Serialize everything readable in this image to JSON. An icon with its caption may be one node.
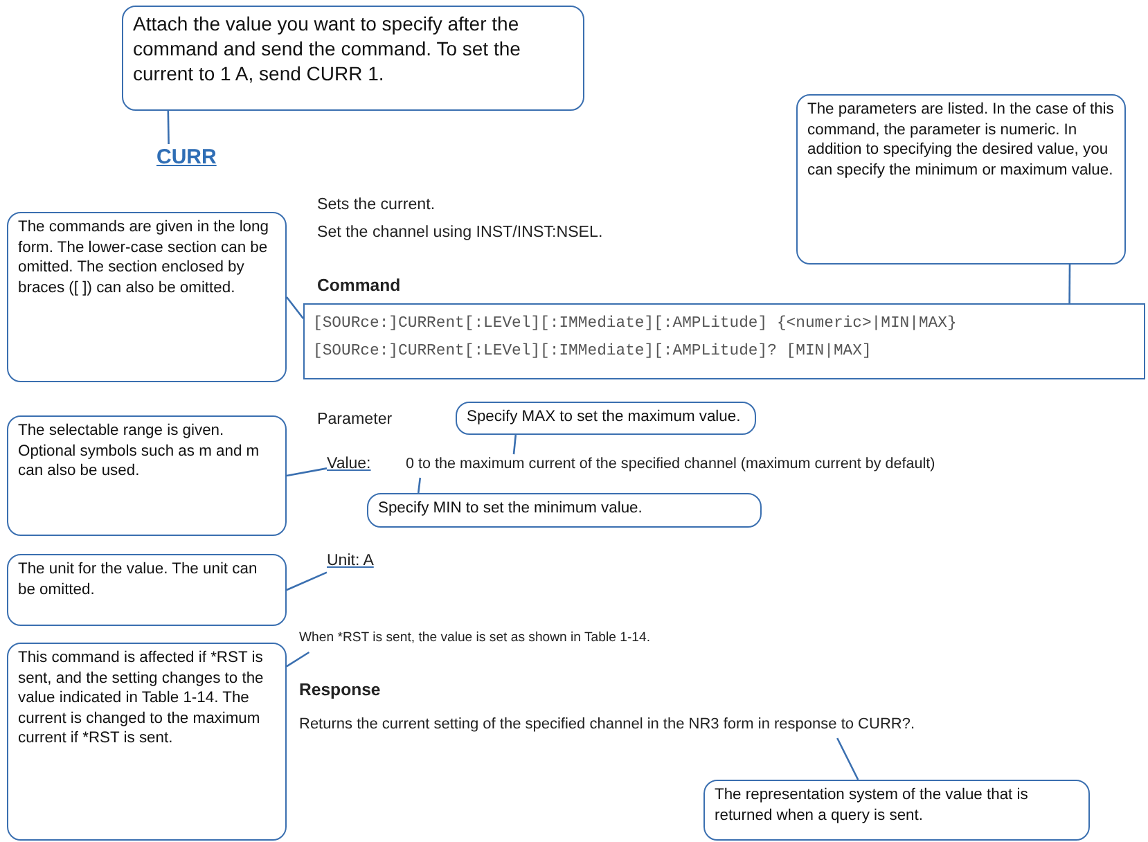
{
  "diagram": {
    "nodes": [
      {
        "text": [
          "Attach the value you want to specify after the command and send the command. To set the current to 1 A, send CURR 1."
        ]
      },
      {
        "text": [
          "CURR"
        ]
      },
      {
        "text": [
          "The parameters are listed. In the case of this command, the parameter is numeric. In addition to specifying the desired value, you can specify the minimum or maximum value."
        ]
      },
      {
        "text": [
          "The commands are given in the long form. The lower-case section can be omitted.  The section enclosed by braces ([ ]) can also be omitted."
        ]
      },
      {
        "text": [
          "[SOURce:]CURRent[:LEVel][:IMMediate][:AMPLitude] {<numeric>|MIN|MAX}",
          "[SOURce:]CURRent[:LEVel][:IMMediate][:AMPLitude]? [MIN|MAX]"
        ]
      },
      {
        "text": [
          "The selectable range is given. Optional symbols such as m and m can also be used."
        ]
      },
      {
        "text": [
          "Specify MAX to set the maximum value."
        ]
      },
      {
        "text": [
          "Value:"
        ]
      },
      {
        "text": [
          "0 to the maximum current of the specified channel (maximum current by default)"
        ]
      },
      {
        "text": [
          "Specify MIN to set the minimum value."
        ]
      },
      {
        "text": [
          "The unit for the value. The unit can be omitted."
        ]
      },
      {
        "text": [
          "Unit: A"
        ]
      },
      {
        "text": [
          "This command is affected if *RST is sent, and the setting changes to the value indicated in Table 1-14. The current is changed to the maximum current if *RST is sent."
        ]
      },
      {
        "text": [
          "When *RST is sent, the value is set as shown in Table 1-14."
        ]
      },
      {
        "text": [
          "Returns the current setting of the specified channel in the NR3 form in response to CURR?."
        ]
      },
      {
        "text": [
          "The representation system of the value that is returned when a query is sent."
        ]
      }
    ],
    "edges": [
      {
        "from": 0,
        "to": 1,
        "arrow": "none"
      },
      {
        "from": 2,
        "to": 4,
        "arrow": "none"
      },
      {
        "from": 3,
        "to": 4,
        "arrow": "none"
      },
      {
        "from": 5,
        "to": 7,
        "arrow": "none"
      },
      {
        "from": 6,
        "to": 8,
        "arrow": "none"
      },
      {
        "from": 9,
        "to": 8,
        "arrow": "none"
      },
      {
        "from": 10,
        "to": 11,
        "arrow": "none"
      },
      {
        "from": 12,
        "to": 13,
        "arrow": "none"
      },
      {
        "from": 15,
        "to": 14,
        "arrow": "none"
      }
    ],
    "labels": [
      "Sets the current.",
      "Set the channel using INST/INST:NSEL.",
      "Command",
      "Parameter",
      "Response"
    ]
  }
}
